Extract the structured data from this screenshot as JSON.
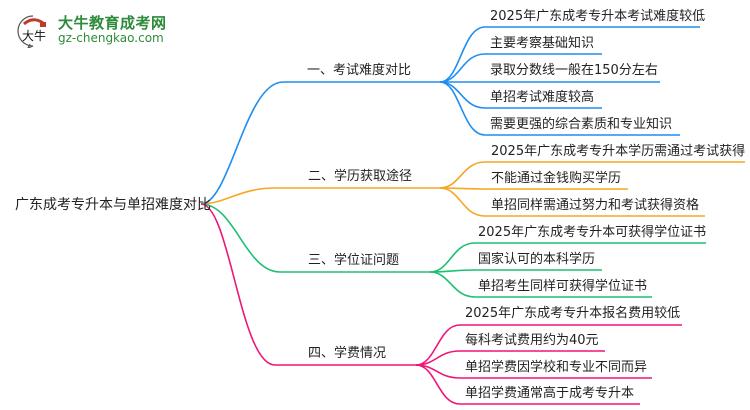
{
  "logo": {
    "title": "大牛教育成考网",
    "url": "gz-chengkao.com",
    "mark_text": "大牛",
    "color": "#2e8b3a"
  },
  "root": {
    "label": "广东成考专升本与单招难度对比"
  },
  "branches": [
    {
      "label": "一、考试难度对比",
      "color": "#1f8ef1",
      "leaves": [
        "2025年广东成考专升本考试难度较低",
        "主要考察基础知识",
        "录取分数线一般在150分左右",
        "单招考试难度较高",
        "需要更强的综合素质和专业知识"
      ]
    },
    {
      "label": "二、学历获取途径",
      "color": "#f5a623",
      "leaves": [
        "2025年广东成考专升本学历需通过考试获得",
        "不能通过金钱购买学历",
        "单招同样需通过努力和考试获得资格"
      ]
    },
    {
      "label": "三、学位证问题",
      "color": "#1dbf73",
      "leaves": [
        "2025年广东成考专升本可获得学位证书",
        "国家认可的本科学历",
        "单招考生同样可获得学位证书"
      ]
    },
    {
      "label": "四、学费情况",
      "color": "#f0147a",
      "leaves": [
        "2025年广东成考专升本报名费用较低",
        "每科考试费用约为40元",
        "单招学费因学校和专业不同而异",
        "单招学费通常高于成考专升本"
      ]
    }
  ]
}
